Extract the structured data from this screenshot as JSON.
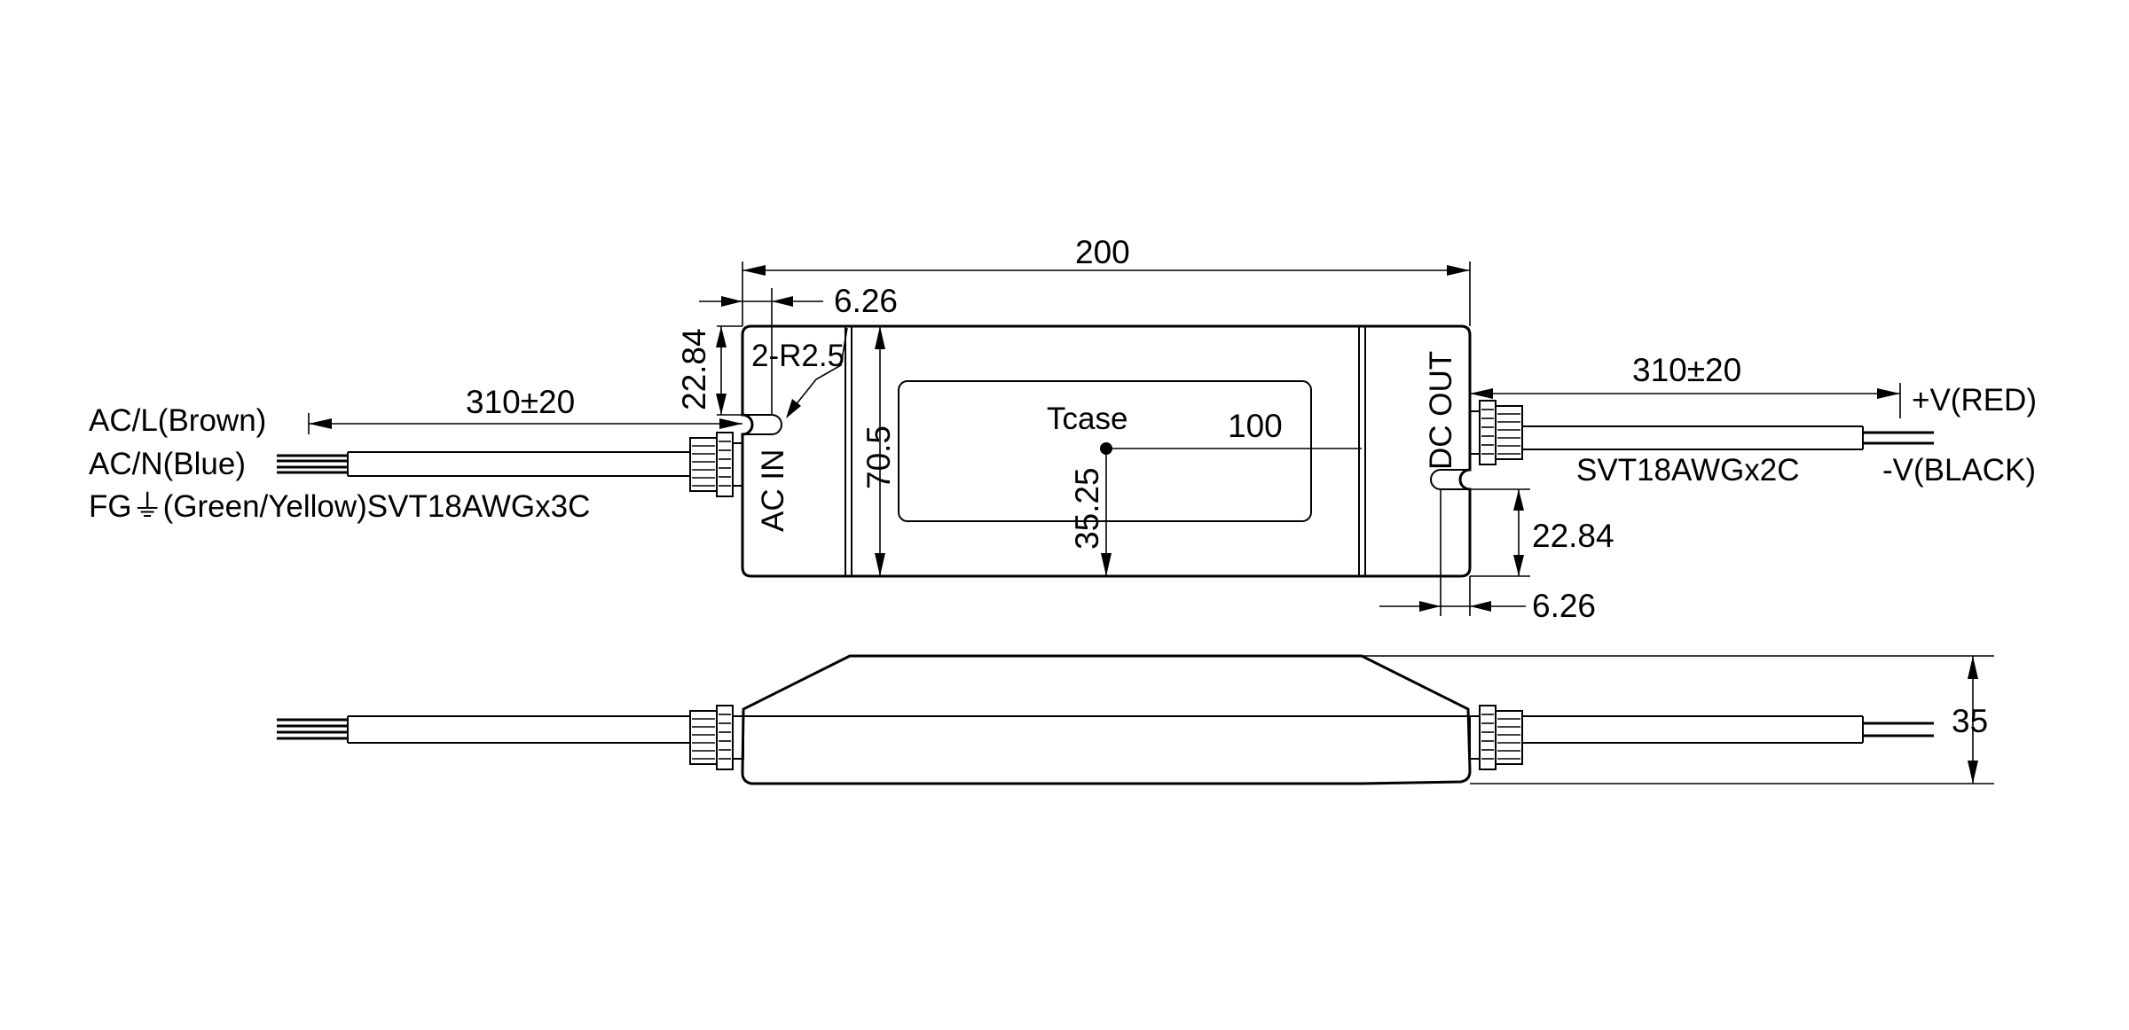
{
  "top_view": {
    "width_dim": "200",
    "hole_offset_left": "6.26",
    "slot_height_left": "22.84",
    "corner_radius": "2-R2.5",
    "height_dim": "70.5",
    "tcase_label": "Tcase",
    "tcase_x": "100",
    "tcase_y": "35.25",
    "ac_port_label": "AC IN",
    "dc_port_label": "DC OUT",
    "slot_height_right": "22.84",
    "hole_offset_right": "6.26"
  },
  "ac_cable": {
    "length": "310±20",
    "wire_l": "AC/L(Brown)",
    "wire_n": "AC/N(Blue)",
    "wire_fg": "FG⏚(Green/Yellow)SVT18AWGx3C"
  },
  "dc_cable": {
    "length": "310±20",
    "wire_pos": "+V(RED)",
    "wire_neg": "-V(BLACK)",
    "cable_spec": "SVT18AWGx2C"
  },
  "side_view": {
    "height_dim": "35"
  }
}
